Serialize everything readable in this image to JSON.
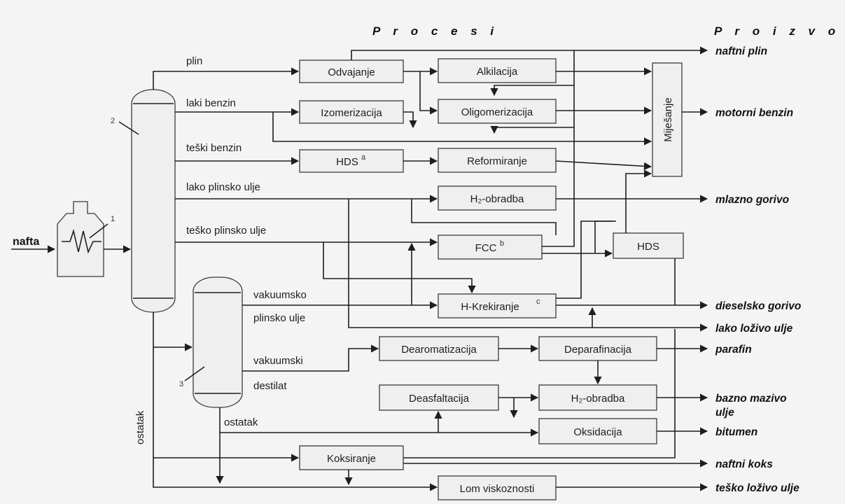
{
  "headers": {
    "processes": "P r o c e s i",
    "products": "P r o i z v o d i"
  },
  "feed": {
    "label": "nafta"
  },
  "unit_numbers": {
    "furnace": "1",
    "atm_column": "2",
    "vac_column": "3"
  },
  "streams": {
    "plin": "plin",
    "laki_benzin": "laki benzin",
    "teski_benzin": "teški benzin",
    "lako_plinsko": "lako plinsko ulje",
    "tesko_plinsko": "teško plinsko ulje",
    "vakuumsko_1": "vakuumsko",
    "vakuumsko_2": "plinsko ulje",
    "vakuumski_1": "vakuumski",
    "vakuumski_2": "destilat",
    "ostatak_vac": "ostatak",
    "ostatak_atm": "ostatak"
  },
  "processes": {
    "odvajanje": "Odvajanje",
    "alkilacija": "Alkilacija",
    "izomerizacija": "Izomerizacija",
    "oligomerizacija": "Oligomerizacija",
    "hds_a": "HDS",
    "hds_a_sup": "a",
    "reformiranje": "Reformiranje",
    "h2_obradba_1": "H₂-obradba",
    "fcc": "FCC",
    "fcc_sup": "b",
    "hds": "HDS",
    "h_krekiranje": "H-Krekiranje",
    "h_krekiranje_sup": "c",
    "dearomatizacija": "Dearomatizacija",
    "deparafinacija": "Deparafinacija",
    "deasfaltacija": "Deasfaltacija",
    "h2_obradba_2": "H₂-obradba",
    "oksidacija": "Oksidacija",
    "koksiranje": "Koksiranje",
    "lom_viskoznosti": "Lom viskoznosti",
    "mijesanje": "Miješanje"
  },
  "products": {
    "naftni_plin": "naftni plin",
    "motorni_benzin": "motorni benzin",
    "mlazno_gorivo": "mlazno gorivo",
    "dieselsko_gorivo": "dieselsko gorivo",
    "lako_lozivo": "lako loživo ulje",
    "parafin": "parafin",
    "bazno_1": "bazno mazivo",
    "bazno_2": "ulje",
    "bitumen": "bitumen",
    "naftni_koks": "naftni koks",
    "tesko_lozivo": "teško loživo ulje"
  }
}
